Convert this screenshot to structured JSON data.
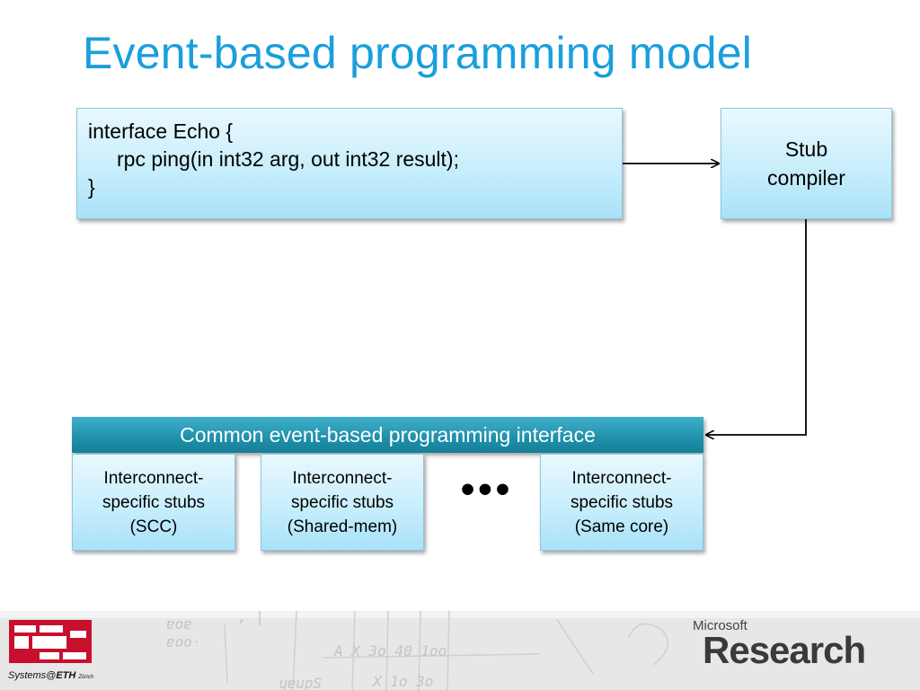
{
  "slide": {
    "title": "Event-based programming model"
  },
  "code_box": {
    "lines": [
      "interface Echo {",
      "rpc ping(in int32 arg, out int32 result);",
      "}"
    ]
  },
  "stub_compiler": {
    "lines": [
      "Stub",
      "compiler"
    ]
  },
  "common_interface": {
    "label": "Common event-based programming interface"
  },
  "stubs": [
    {
      "lines": [
        "Interconnect-",
        "specific stubs",
        "(SCC)"
      ]
    },
    {
      "lines": [
        "Interconnect-",
        "specific stubs",
        "(Shared-mem)"
      ]
    },
    {
      "lines": [
        "Interconnect-",
        "specific stubs",
        "(Same core)"
      ]
    }
  ],
  "ellipsis": "•••",
  "colors": {
    "title": "#1a9fdc",
    "box_fill": "#c8eefc",
    "bar_fill": "#1f90aa",
    "eth_red": "#c8102e"
  },
  "footer": {
    "eth": {
      "prefix": "Systems@",
      "name": "ETH",
      "suffix": "Zürich"
    },
    "microsoft": {
      "brand": "Microsoft",
      "product": "Research"
    }
  }
}
